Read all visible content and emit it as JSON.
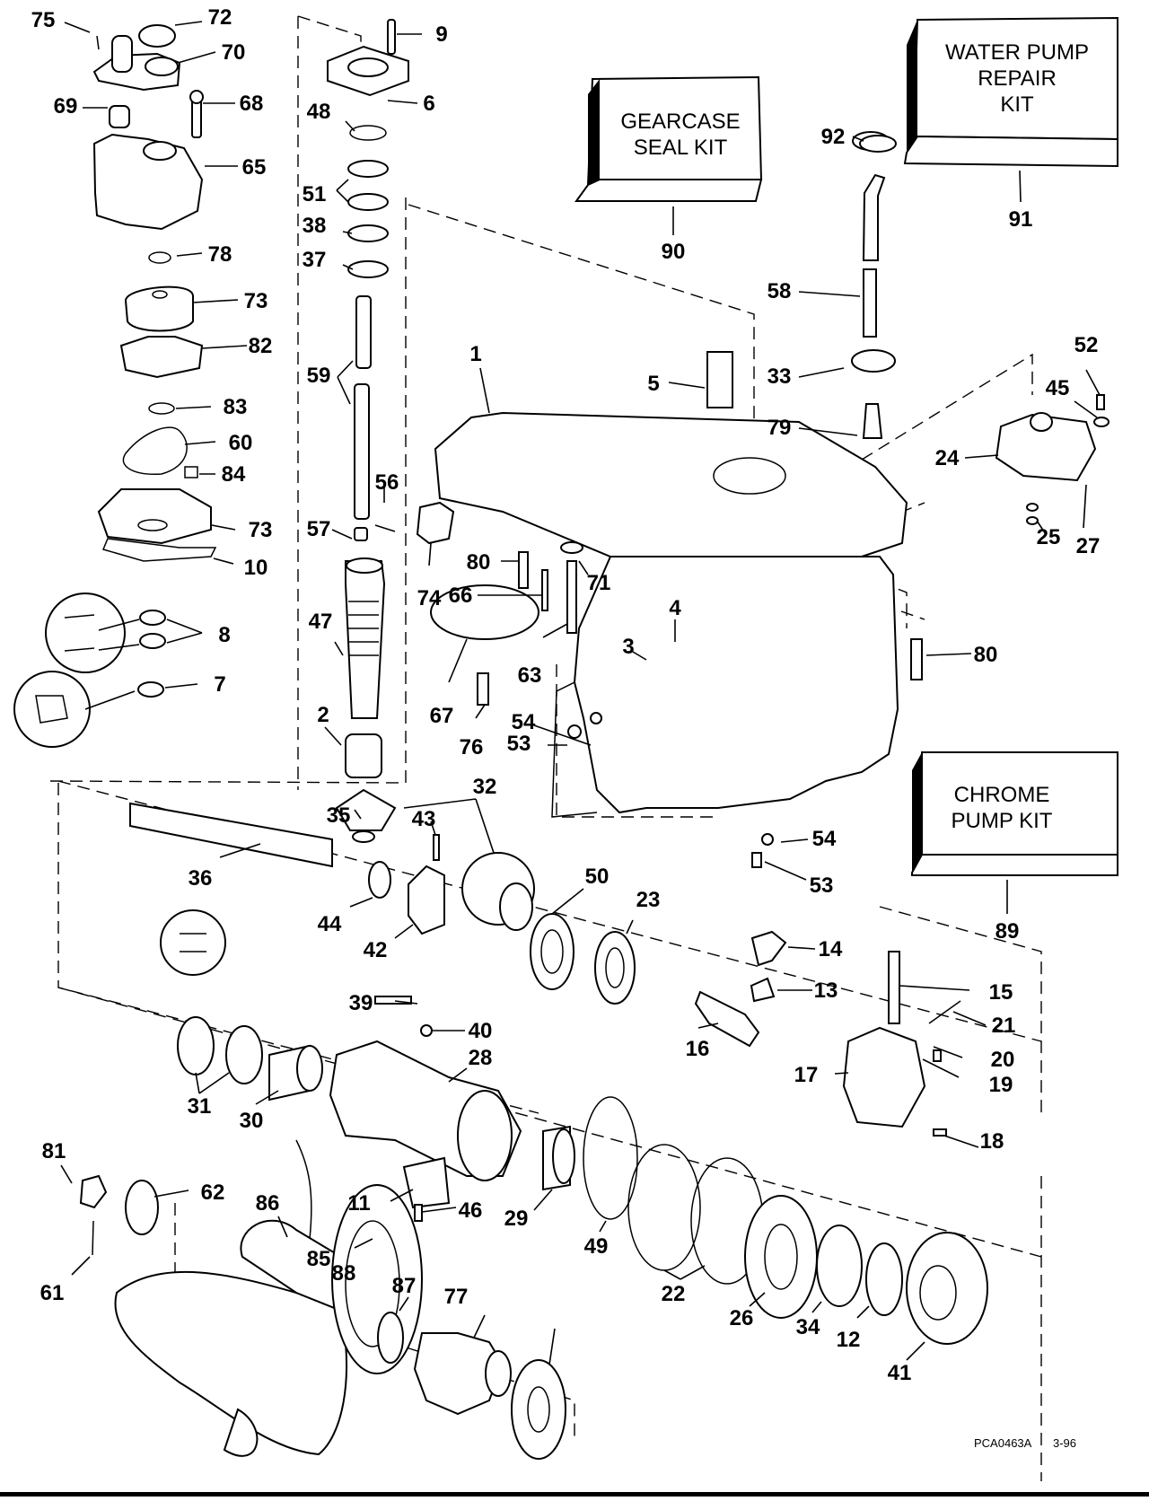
{
  "diagram": {
    "title": "Gearcase exploded parts diagram",
    "figure_id": "PCA0463A",
    "figure_date": "3-96"
  },
  "kits": [
    {
      "id": "90",
      "label_lines": [
        "GEARCASE",
        "SEAL KIT"
      ]
    },
    {
      "id": "91",
      "label_lines": [
        "WATER PUMP",
        "REPAIR",
        "KIT"
      ]
    },
    {
      "id": "89",
      "label_lines": [
        "CHROME",
        "PUMP KIT"
      ]
    }
  ],
  "callouts": [
    "75",
    "72",
    "70",
    "69",
    "68",
    "65",
    "78",
    "73",
    "82",
    "83",
    "60",
    "84",
    "73",
    "10",
    "8",
    "7",
    "9",
    "6",
    "48",
    "51",
    "38",
    "37",
    "59",
    "56",
    "57",
    "47",
    "2",
    "35",
    "32",
    "36",
    "43",
    "44",
    "42",
    "1",
    "5",
    "74",
    "80",
    "66",
    "71",
    "63",
    "67",
    "76",
    "3",
    "4",
    "54",
    "53",
    "58",
    "33",
    "79",
    "92",
    "52",
    "45",
    "24",
    "25",
    "27",
    "80",
    "54",
    "53",
    "50",
    "23",
    "14",
    "13",
    "15",
    "21",
    "16",
    "20",
    "17",
    "19",
    "18",
    "39",
    "40",
    "28",
    "31",
    "30",
    "11",
    "46",
    "29",
    "49",
    "22",
    "26",
    "34",
    "12",
    "41",
    "81",
    "62",
    "86",
    "61",
    "85",
    "88",
    "87",
    "77"
  ]
}
